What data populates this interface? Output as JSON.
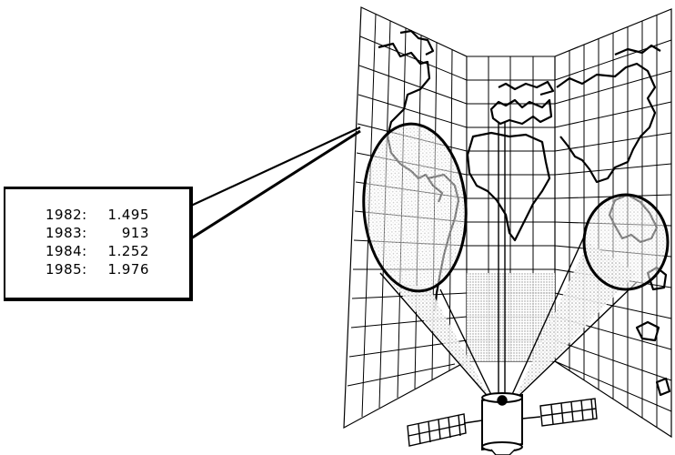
{
  "callout": {
    "rows": [
      {
        "year": "1982:",
        "value": "1.495"
      },
      {
        "year": "1983:",
        "value": "913"
      },
      {
        "year": "1984:",
        "value": "1.252"
      },
      {
        "year": "1985:",
        "value": "1.976"
      }
    ]
  },
  "illustration": {
    "subject": "satellite-coverage-map",
    "colors": {
      "ink": "#000000",
      "paper": "#ffffff",
      "shade": "#bbbbbb"
    }
  }
}
